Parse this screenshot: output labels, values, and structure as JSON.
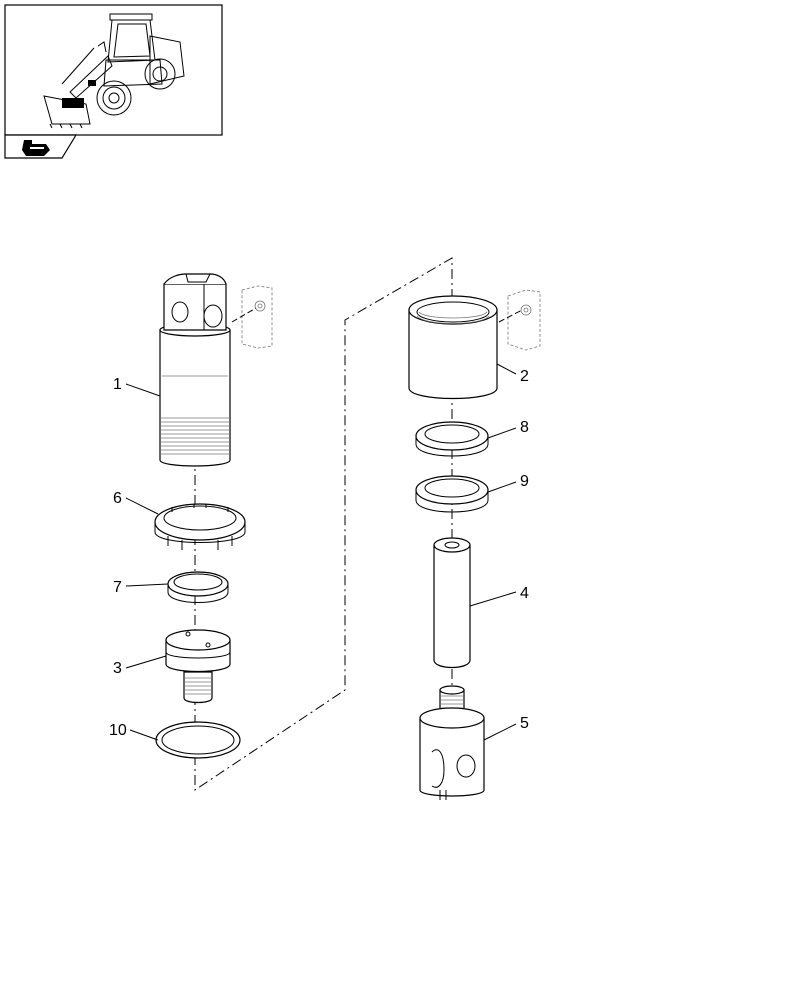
{
  "callouts": {
    "c1": "1",
    "c2": "2",
    "c3": "3",
    "c4": "4",
    "c5": "5",
    "c6": "6",
    "c7": "7",
    "c8": "8",
    "c9": "9",
    "c10": "10"
  },
  "icons": {
    "thumbnail": "wheel-loader-thumbnail",
    "navigation": "back-arrow-icon"
  }
}
